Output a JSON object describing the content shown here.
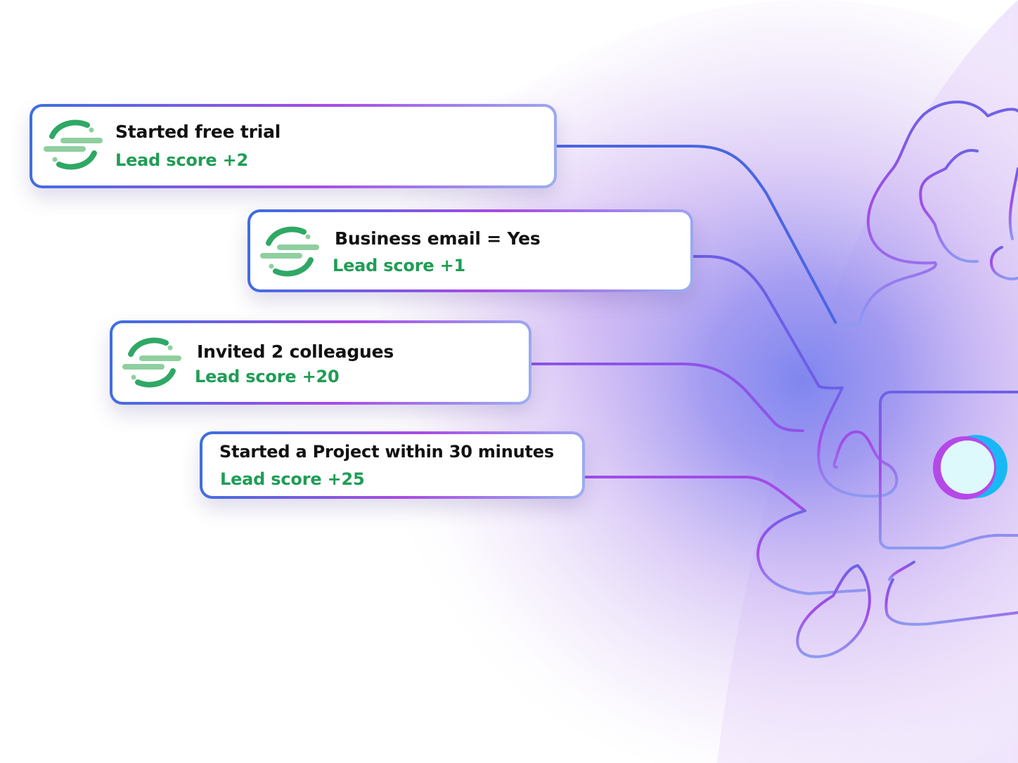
{
  "cards": [
    {
      "title": "Started free trial",
      "score": "Lead score +2"
    },
    {
      "title": "Business email = Yes",
      "score": "Lead score +1"
    },
    {
      "title": "Invited 2 colleagues",
      "score": "Lead score +20"
    },
    {
      "title": "Started a Project within 30 minutes",
      "score": "Lead score +25"
    }
  ],
  "icons": {
    "card_logo": "segment-logo-icon",
    "illustration": "person-with-laptop-illustration"
  },
  "colors": {
    "score_green": "#1f9d55",
    "logo_green_dark": "#2fa866",
    "logo_green_light": "#8fcf9f",
    "line_blue": "#3b6fe0",
    "line_purple": "#a84ae6",
    "glow_purple": "#8a7cf0",
    "laptop_dot_cyan": "#18b8f5"
  }
}
